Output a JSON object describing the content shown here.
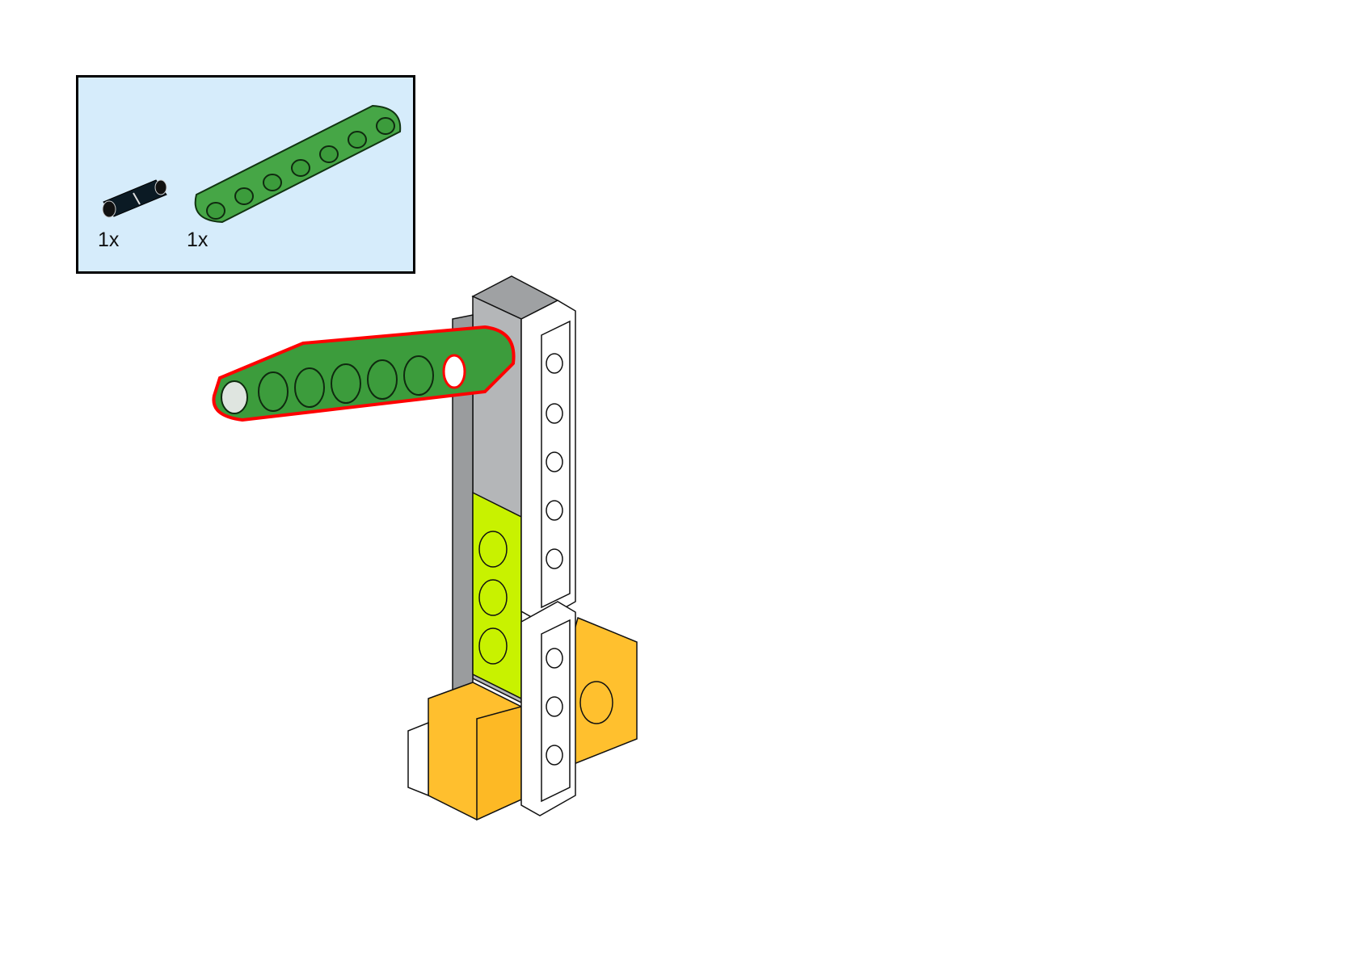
{
  "parts_list": {
    "items": [
      {
        "part": "black-friction-pin",
        "quantity": "1x"
      },
      {
        "part": "green-7-hole-beam",
        "quantity": "1x"
      }
    ]
  },
  "colors": {
    "box_bg": "#d6ecfb",
    "beam_green": "#3c9c3c",
    "lime": "#c6f000",
    "yellow": "#ffc02e",
    "grey": "#a9abad",
    "highlight": "#ff0000"
  }
}
